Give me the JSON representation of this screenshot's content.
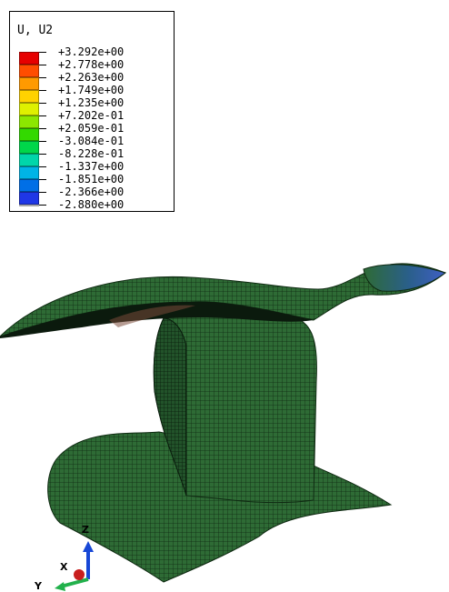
{
  "legend": {
    "title": "U, U2",
    "levels": [
      {
        "label": "+3.292e+00",
        "color": "#e60000"
      },
      {
        "label": "+2.778e+00",
        "color": "#ff4d00"
      },
      {
        "label": "+2.263e+00",
        "color": "#ff9a00"
      },
      {
        "label": "+1.749e+00",
        "color": "#ffd200"
      },
      {
        "label": "+1.235e+00",
        "color": "#dff000"
      },
      {
        "label": "+7.202e-01",
        "color": "#8ce700"
      },
      {
        "label": "+2.059e-01",
        "color": "#33d900"
      },
      {
        "label": "-3.084e-01",
        "color": "#00d64a"
      },
      {
        "label": "-8.228e-01",
        "color": "#00d6aa"
      },
      {
        "label": "-1.337e+00",
        "color": "#00b4e6"
      },
      {
        "label": "-1.851e+00",
        "color": "#006fe6"
      },
      {
        "label": "-2.366e+00",
        "color": "#1f37e6"
      },
      {
        "label": "-2.880e+00",
        "color": "#0a0ad1"
      }
    ]
  },
  "triad": {
    "z_label": "Z",
    "x_label": "X",
    "y_label": "Y",
    "colors": {
      "z": "#1747d6",
      "x": "#c81e1e",
      "y": "#22b14c"
    }
  },
  "model": {
    "mesh_color": "#2e6b35",
    "mesh_line_color": "#0f2a12",
    "tip_color": "#3f5fc4"
  }
}
